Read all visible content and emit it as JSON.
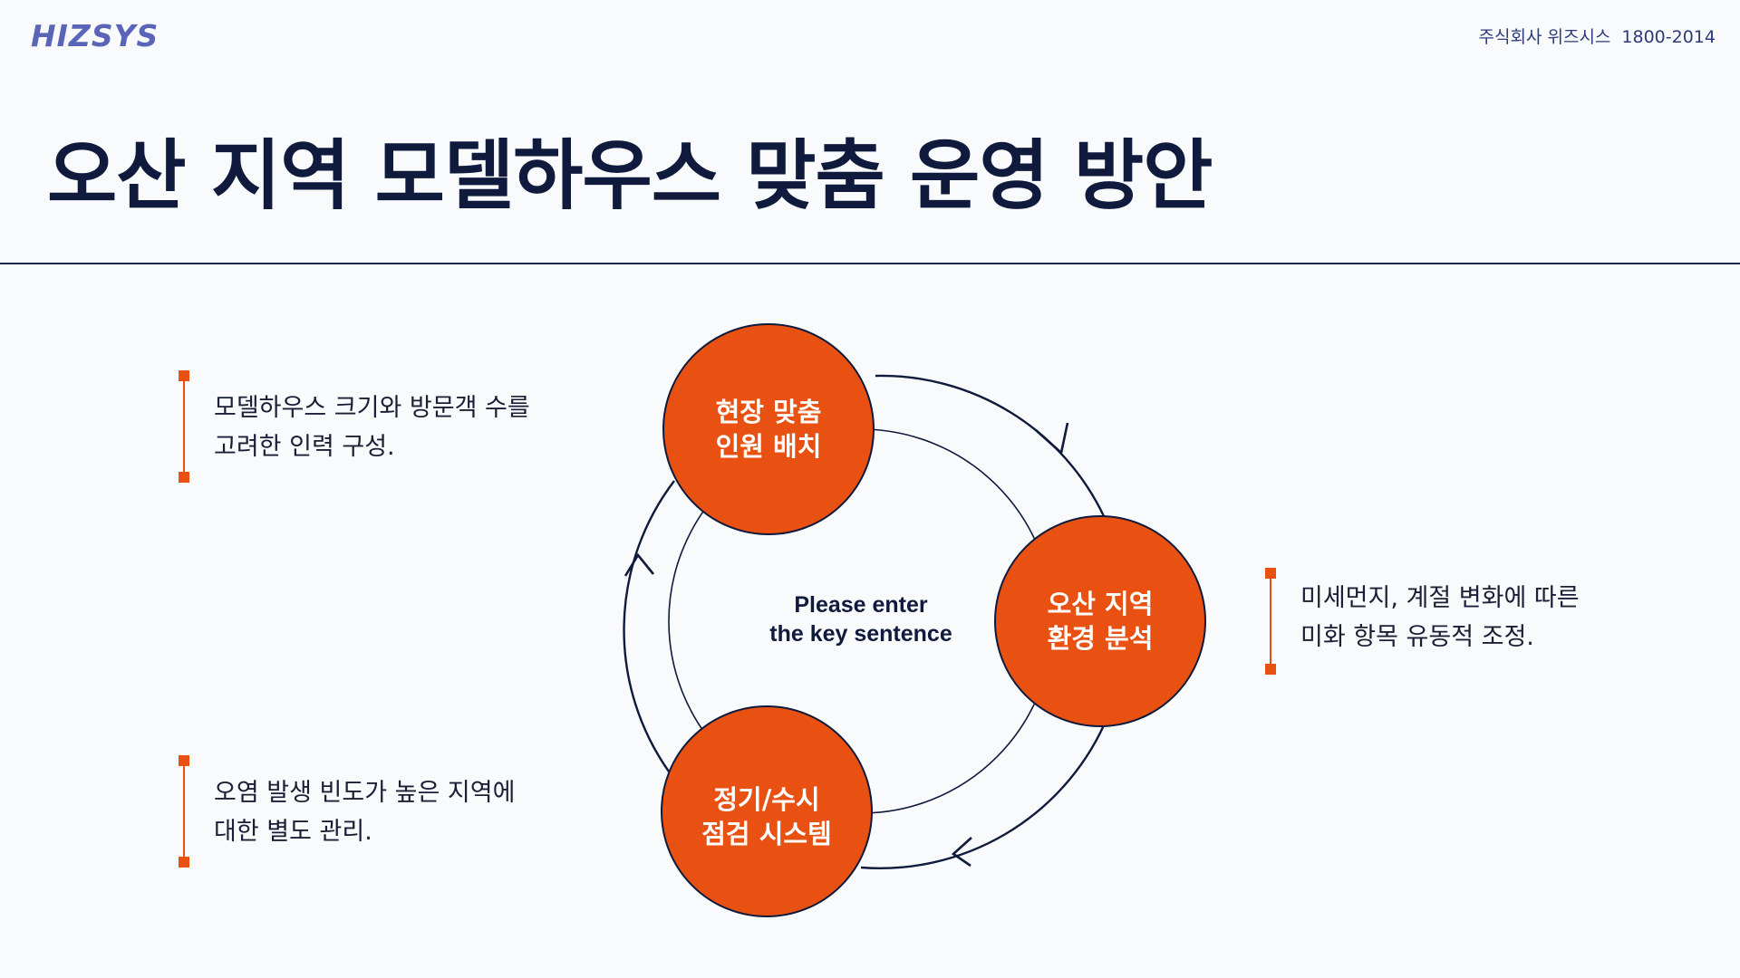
{
  "header": {
    "logo": "HIZSYS",
    "company_name": "주식회사 위즈시스",
    "phone": "1800-2014"
  },
  "title": "오산 지역 모델하우스 맞춤 운영 방안",
  "colors": {
    "accent": "#e85112",
    "navy": "#0f1a3d",
    "background": "#f8fafc"
  },
  "notes": {
    "top_left": " 모델하우스 크기와 방문객 수를\n고려한 인력 구성.",
    "bottom_left": " 오염 발생 빈도가 높은 지역에\n대한 별도 관리.",
    "right": " 미세먼지, 계절 변화에 따른\n미화 항목 유동적 조정."
  },
  "cycle": {
    "center": "Please enter\nthe key sentence",
    "nodes": [
      {
        "label": "현장 맞춤\n인원 배치"
      },
      {
        "label": "오산 지역\n환경 분석"
      },
      {
        "label": "정기/수시\n점검 시스템"
      }
    ]
  }
}
